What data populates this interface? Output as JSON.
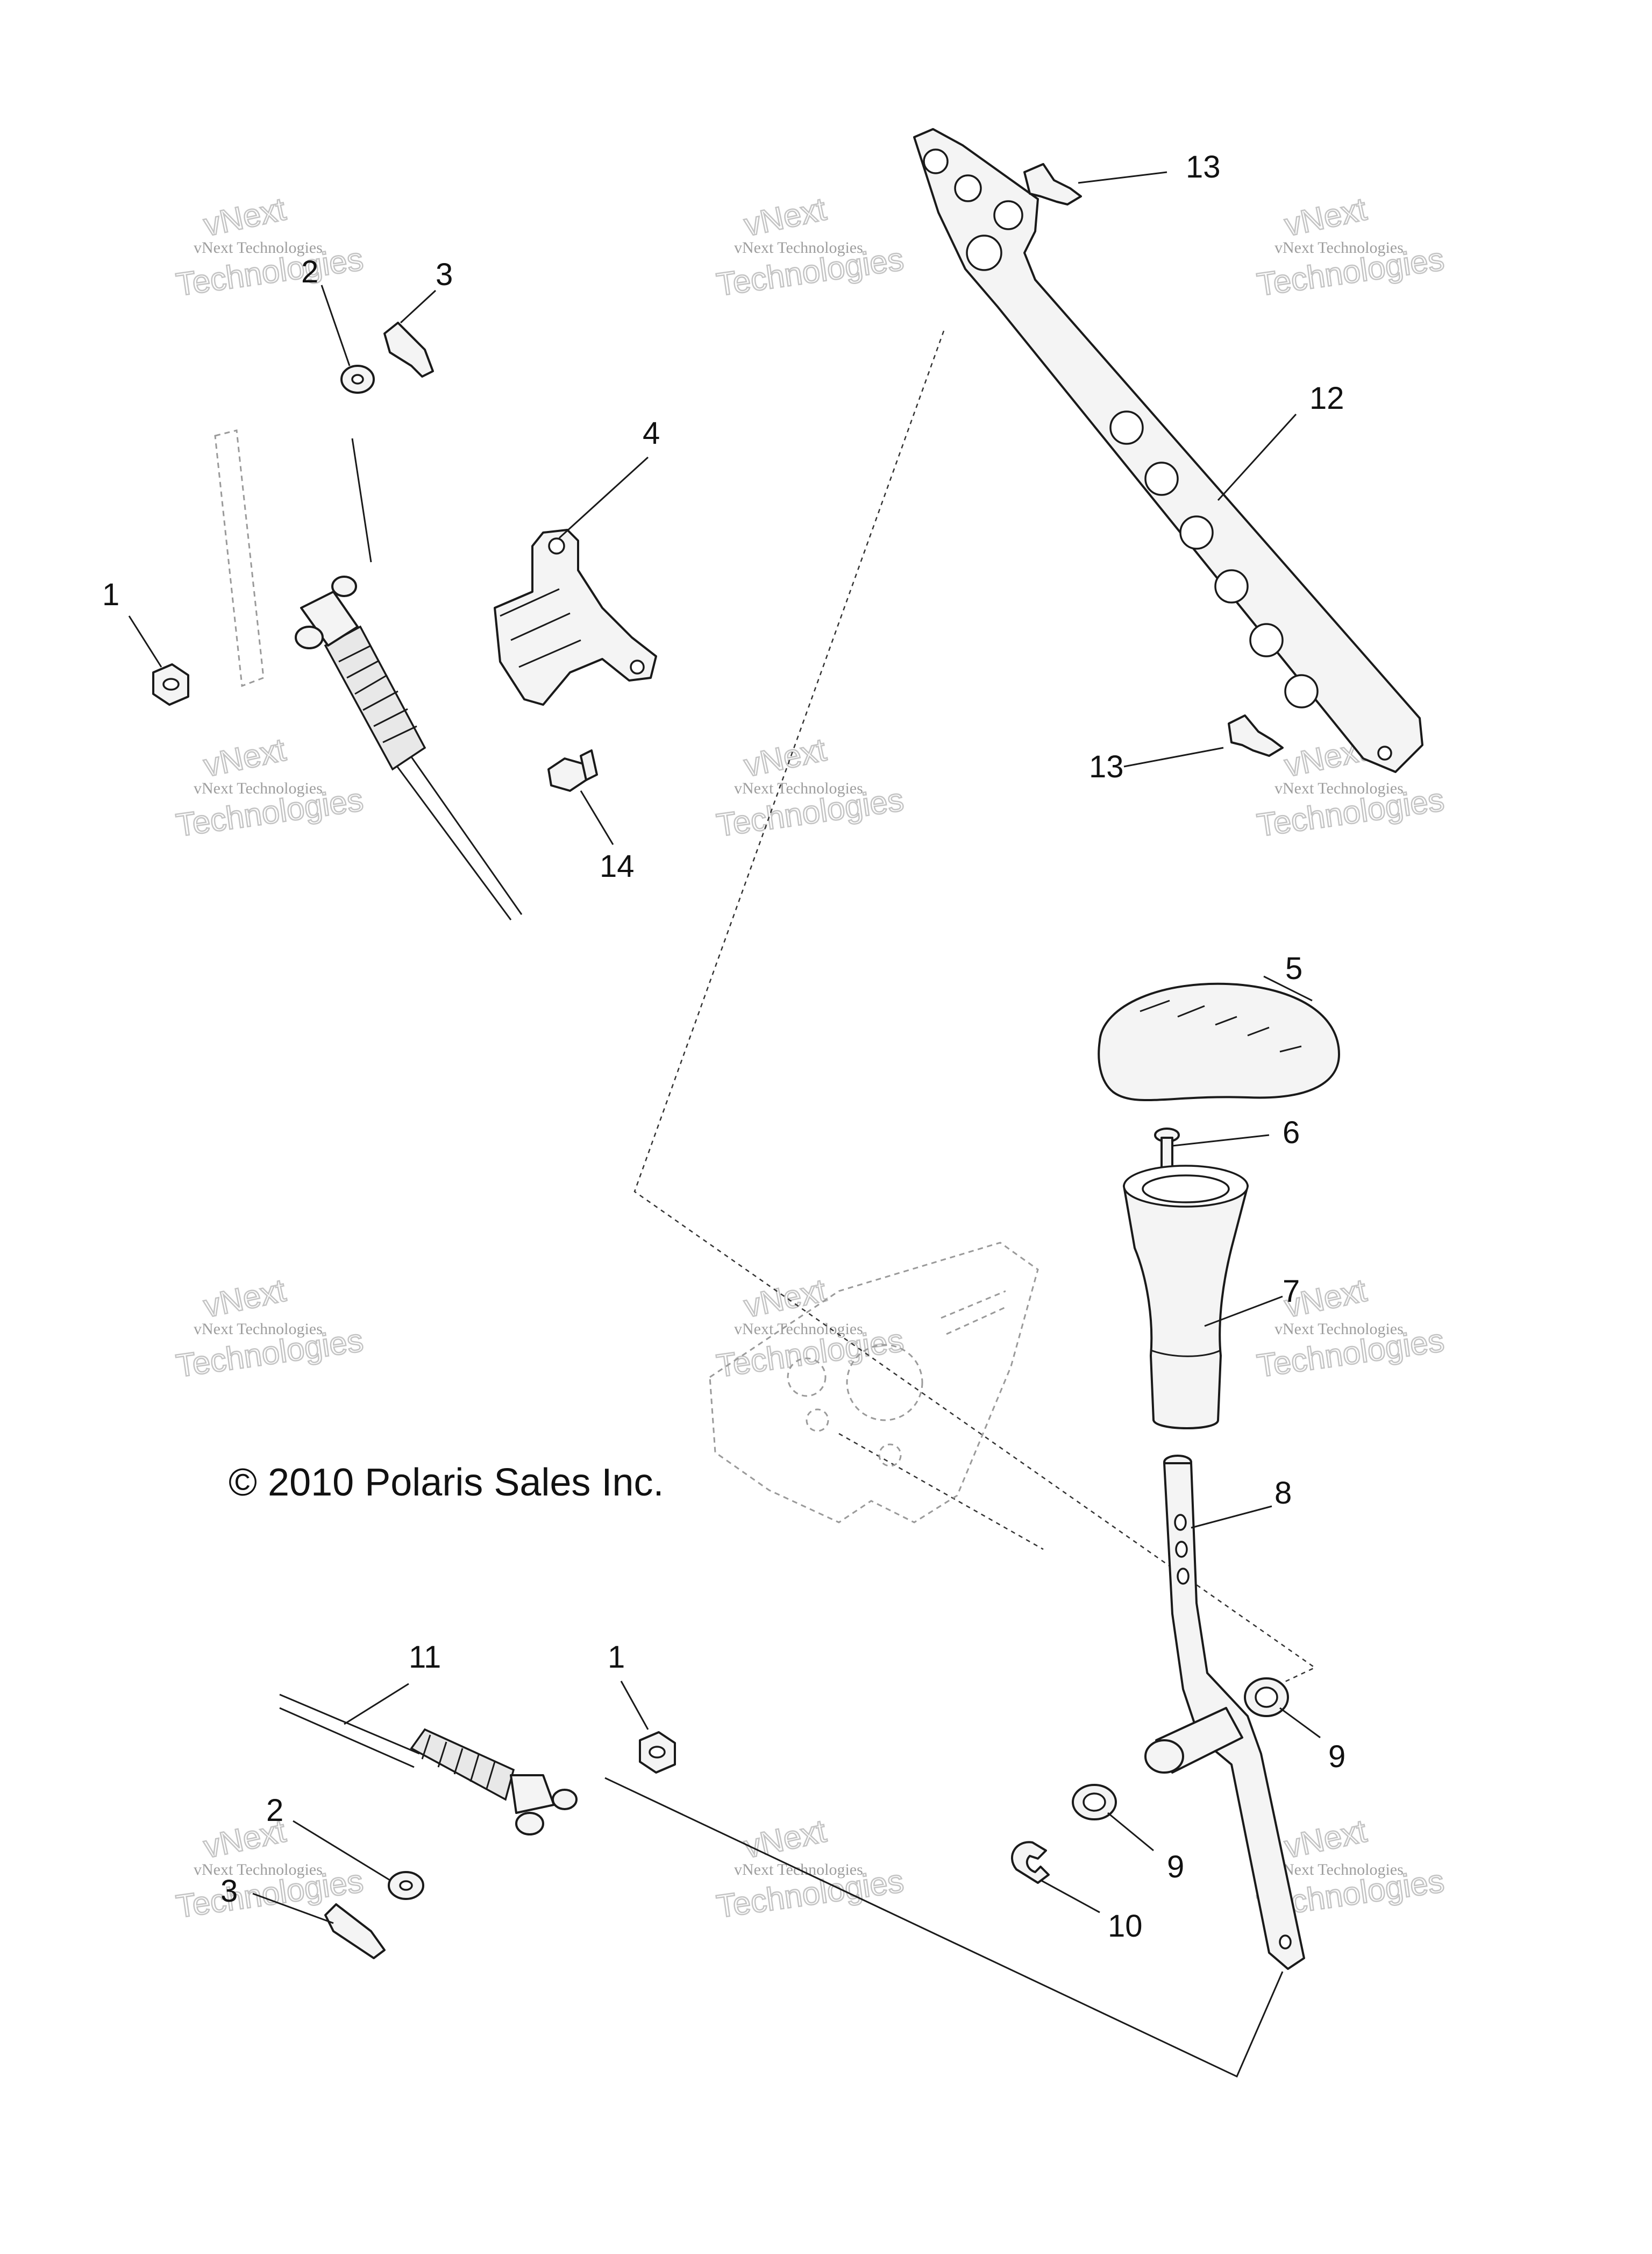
{
  "copyright": "© 2010 Polaris Sales Inc.",
  "watermark": {
    "line1": "vNext Technologies",
    "line2": "vNext",
    "line3": "Technologies"
  },
  "callouts": {
    "c1a": "1",
    "c1b": "1",
    "c2a": "2",
    "c2b": "2",
    "c3a": "3",
    "c3b": "3",
    "c4": "4",
    "c5": "5",
    "c6": "6",
    "c7": "7",
    "c8": "8",
    "c9a": "9",
    "c9b": "9",
    "c10": "10",
    "c11": "11",
    "c12": "12",
    "c13a": "13",
    "c13b": "13",
    "c14": "14"
  },
  "colors": {
    "line": "#1a1a1a",
    "background": "#ffffff",
    "watermark": "#9e9e9e"
  }
}
